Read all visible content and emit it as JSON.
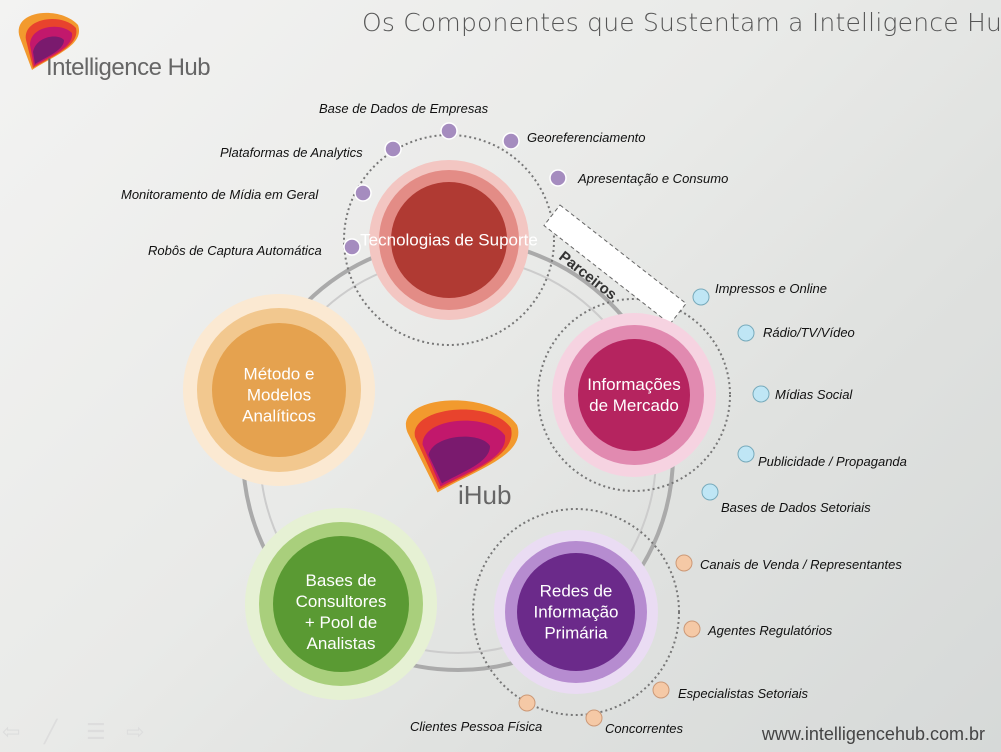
{
  "header": {
    "title": "Os Componentes que Sustentam a Intelligence Hub",
    "brand": "Intelligence Hub"
  },
  "center_logo": "iHub",
  "components": [
    {
      "label": "Tecnologias de Suporte",
      "color": "#b03a33"
    },
    {
      "label": "Informações de Mercado",
      "color": "#b5245f"
    },
    {
      "label": "Método e Modelos Analíticos",
      "color": "#e5a24f"
    },
    {
      "label": "Bases de Consultores + Pool de Analistas",
      "color": "#5a9a33"
    },
    {
      "label": "Redes de Informação Primária",
      "color": "#6b2a8a"
    }
  ],
  "link_label": "Parceiros",
  "tecnologias_items": [
    "Base de Dados de Empresas",
    "Georeferenciamento",
    "Apresentação e Consumo",
    "Plataformas de Analytics",
    "Monitoramento de Mídia em Geral",
    "Robôs de Captura Automática"
  ],
  "mercado_items": [
    "Impressos e Online",
    "Rádio/TV/Vídeo",
    "Mídias Social",
    "Publicidade / Propaganda",
    "Bases de Dados Setoriais"
  ],
  "redes_items": [
    "Canais de Venda / Representantes",
    "Agentes Regulatórios",
    "Especialistas Setoriais",
    "Concorrentes",
    "Clientes Pessoa Física"
  ],
  "footer": {
    "url": "www.intelligencehub.com.br"
  }
}
